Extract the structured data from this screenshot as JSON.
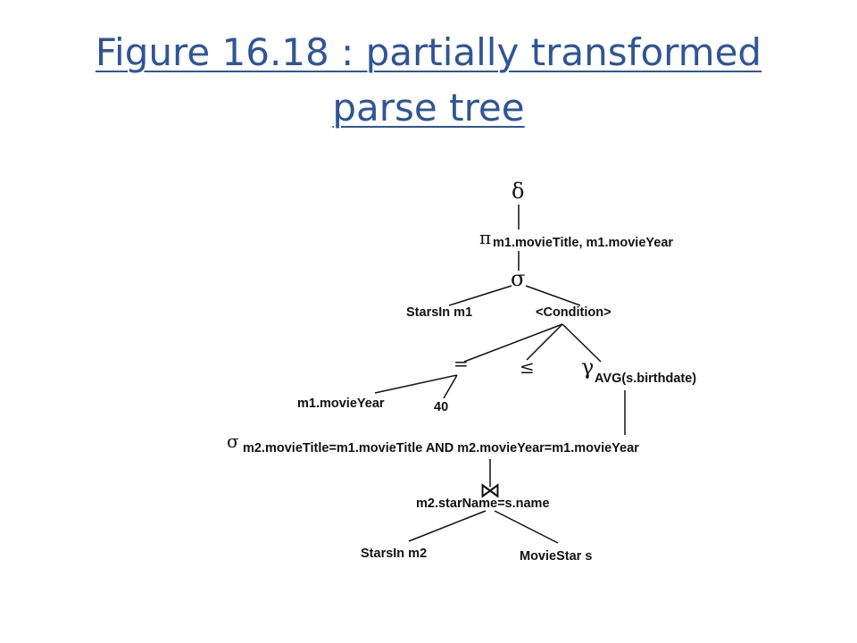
{
  "title": {
    "line1": "Figure 16.18 : partially transformed",
    "line2": "parse tree"
  },
  "tree": {
    "delta": "δ",
    "pi": "π",
    "pi_sub": "m1.movieTitle, m1.movieYear",
    "sigma_top": "σ",
    "starsin_m1": "StarsIn m1",
    "condition": "<Condition>",
    "eq": "=",
    "leq": "≤",
    "gamma": "γ",
    "gamma_sub": "AVG(s.birthdate)",
    "m1_movieyear": "m1.movieYear",
    "forty": "40",
    "sigma_mid": "σ",
    "sigma_mid_sub": "m2.movieTitle=m1.movieTitle AND m2.movieYear=m1.movieYear",
    "join": "⋈",
    "join_sub": "m2.starName=s.name",
    "starsin_m2": "StarsIn m2",
    "moviestar_s": "MovieStar s"
  },
  "colors": {
    "title": "#2F5597",
    "tree": "#111111"
  }
}
